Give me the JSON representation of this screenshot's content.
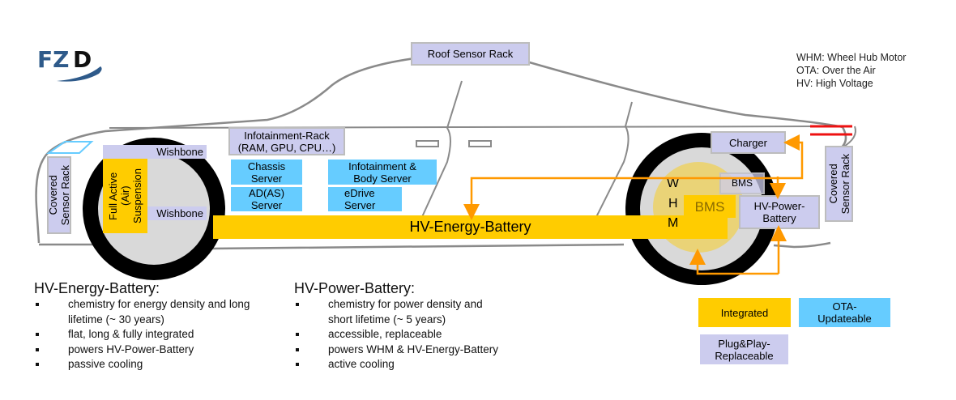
{
  "logo": {
    "text": "FZD",
    "icon": "fzd-swoosh-logo"
  },
  "abbreviations": [
    "WHM: Wheel Hub Motor",
    "OTA: Over the Air",
    "HV: High Voltage"
  ],
  "components": {
    "roof_sensor_rack": "Roof Sensor Rack",
    "infotainment_rack_line1": "Infotainment-Rack",
    "infotainment_rack_line2": "(RAM, GPU, CPU…)",
    "wishbone_top": "Wishbone",
    "wishbone_bottom": "Wishbone",
    "covered_sensor_rack_front_l1": "Covered",
    "covered_sensor_rack_front_l2": "Sensor Rack",
    "suspension_l1": "Full Active",
    "suspension_l2": "(Air)",
    "suspension_l3": "Suspension",
    "chassis_server_l1": "Chassis",
    "chassis_server_l2": "Server",
    "ad_server_l1": "AD(AS)",
    "ad_server_l2": "Server",
    "infotainment_server_l1": "Infotainment &",
    "infotainment_server_l2": "Body Server",
    "edrive_server_l1": "eDrive",
    "edrive_server_l2": "Server",
    "hv_energy_battery": "HV-Energy-Battery",
    "charger": "Charger",
    "bms_small": "BMS",
    "bms_large": "BMS",
    "whm_w": "W",
    "whm_h": "H",
    "whm_m": "M",
    "hv_power_battery_l1": "HV-Power-",
    "hv_power_battery_l2": "Battery",
    "covered_sensor_rack_rear_l1": "Covered",
    "covered_sensor_rack_rear_l2": "Sensor Rack"
  },
  "descriptions": {
    "energy": {
      "title": "HV-Energy-Battery:",
      "bullets": [
        "chemistry for energy density and long",
        "lifetime (~ 30 years)",
        "flat, long & fully integrated",
        "powers HV-Power-Battery",
        "passive cooling"
      ]
    },
    "power": {
      "title": "HV-Power-Battery:",
      "bullets": [
        "chemistry for power density and",
        "short lifetime (~ 5 years)",
        "accessible, replaceable",
        "powers WHM & HV-Energy-Battery",
        "active cooling"
      ]
    }
  },
  "key": {
    "integrated": "Integrated",
    "ota_l1": "OTA-",
    "ota_l2": "Updateable",
    "plug_l1": "Plug&Play-",
    "plug_l2": "Replaceable"
  },
  "colors": {
    "integrated": "#ffcc00",
    "ota": "#66ccff",
    "plug_and_play": "#ccccee",
    "arrow": "#ff9900",
    "logo_blue": "#2e5a8a"
  }
}
